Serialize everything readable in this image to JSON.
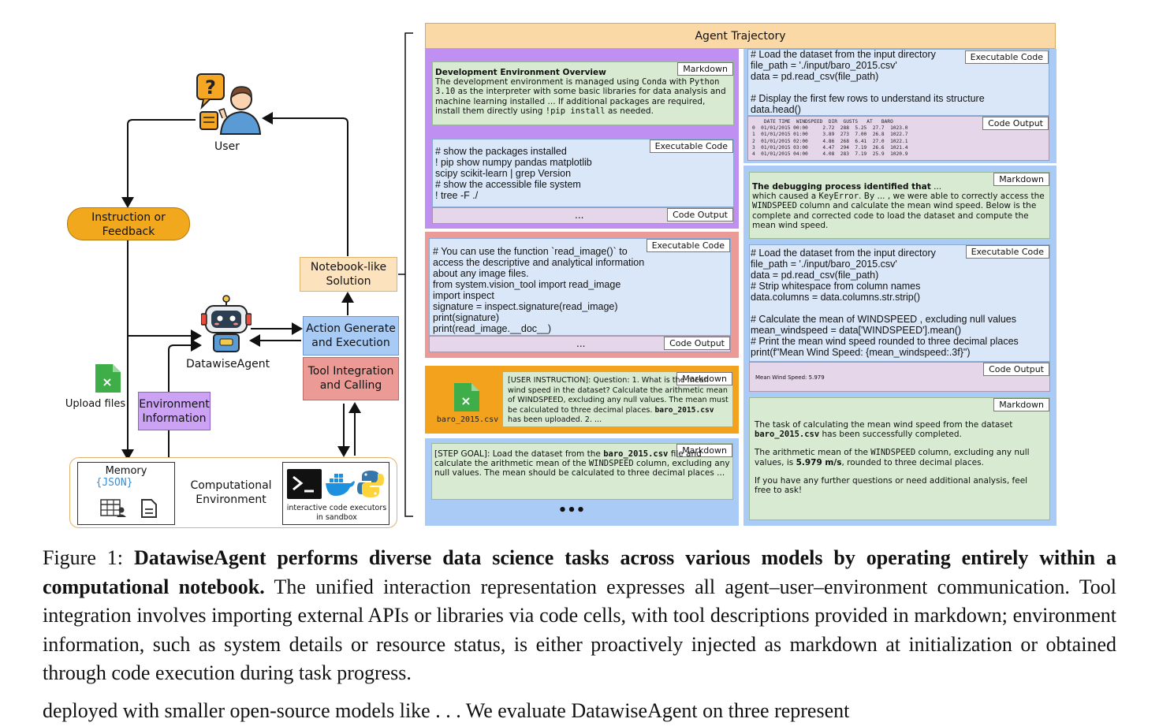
{
  "colors": {
    "trajectory_header_bg": "#fbd9a6",
    "purple_bg": "#bf8ff2",
    "red_bg": "#ec9a96",
    "orange_bg": "#f2a21c",
    "blue_bg": "#a9cbf6",
    "markdown_cell": "#d8ebd2",
    "code_cell": "#d9e7f9",
    "output_cell": "#e6d6e9",
    "instruction_pill": "#f2a81d",
    "solution_box": "#fce3bd",
    "action_box": "#a8cbf6",
    "tool_box": "#ec9a96",
    "env_info_box": "#cba2f4"
  },
  "icons": [
    "question-icon",
    "user-icon",
    "robot-icon",
    "excel-file-icon",
    "terminal-icon",
    "docker-icon",
    "python-icon",
    "table-user-icon",
    "document-icon"
  ],
  "left": {
    "user_label": "User",
    "instruction_label_line1": "Instruction or",
    "instruction_label_line2": "Feedback",
    "solution_line1": "Notebook-like",
    "solution_line2": "Solution",
    "agent_label": "DatawiseAgent",
    "action_line1": "Action Generate",
    "action_line2": "and Execution",
    "tool_line1": "Tool Integration",
    "tool_line2": "and Calling",
    "upload_label": "Upload files",
    "env_info_line1": "Environment",
    "env_info_line2": "Information",
    "memory_label": "Memory",
    "json_label": "{JSON}",
    "comp_env_line1": "Computational",
    "comp_env_line2": "Environment",
    "executors_line1": "interactive code executors",
    "executors_line2": "in  sandbox"
  },
  "trajectory": {
    "header": "Agent Trajectory",
    "tag_markdown": "Markdown",
    "tag_code": "Executable Code",
    "tag_output": "Code Output",
    "ellipsis": "...",
    "dots": "•••",
    "dev_env_title": "Development Environment Overview",
    "dev_env_body1": "The development environment is managed using ",
    "dev_env_conda": "Conda",
    "dev_env_body2": " with ",
    "dev_env_python": "Python 3.10",
    "dev_env_body3": " as the interpreter with some basic libraries for data analysis and machine learning installed ... If additional packages are required, install them directly using ",
    "dev_env_pip": "!pip install",
    "dev_env_body4": " as needed.",
    "pkg_code": "# show the packages installed\n! pip show numpy pandas matplotlib\nscipy scikit-learn | grep Version\n# show the accessible file system\n! tree -F ./",
    "tool_code": "# You can use the function `read_image()` to\naccess the descriptive and analytical information\nabout any image files.\nfrom system.vision_tool import read_image\nimport inspect\nsignature = inspect.signature(read_image)\nprint(signature)\nprint(read_image.__doc__)",
    "file_name": "baro_2015.csv",
    "instruction_text1": "[USER INSTRUCTION]: Question: 1. What is the mean wind speed in the dataset? Calculate the arithmetic mean of WINDSPEED, excluding any null values. The mean must be calculated to three decimal places. ",
    "instruction_file": "baro_2015.csv",
    "instruction_text2": " has been uploaded. 2. ...",
    "step_goal1": "[STEP GOAL]: Load the dataset from the ",
    "step_goal_file": "baro_2015.csv",
    "step_goal2": " file and calculate the arithmetic mean of the ",
    "step_goal_col": "WINDSPEED",
    "step_goal3": " column, excluding any null values. The mean should be calculated to three decimal places ...",
    "load_code": "# Load the dataset from the input directory\nfile_path = './input/baro_2015.csv'\ndata = pd.read_csv(file_path)\n\n# Display the first few rows to understand its structure\ndata.head()",
    "table_output": "    DATE TIME  WINDSPEED  DIR  GUSTS   AT   BARO\n0  01/01/2015 00:00     2.72  288  5.25  27.7  1023.0\n1  01/01/2015 01:00     3.89  273  7.00  26.8  1022.7\n2  01/01/2015 02:00     4.86  268  6.41  27.0  1022.1\n3  01/01/2015 03:00     4.47  294  7.19  26.6  1021.4\n4  01/01/2015 04:00     4.08  283  7.19  25.9  1020.9",
    "debug_title": "The debugging process identified that",
    "debug_title_tail": " ...",
    "debug_body1": " which caused a ",
    "debug_keyerror": "KeyError",
    "debug_body2": ". By ... , we were able to correctly access the ",
    "debug_col": "WINDSPEED",
    "debug_body3": " column and calculate the mean wind speed. Below is the complete and corrected code to load the dataset and compute the mean wind speed.",
    "fixed_code": "# Load the dataset from the input directory\nfile_path = './input/baro_2015.csv'\ndata = pd.read_csv(file_path)\n# Strip whitespace from column names\ndata.columns = data.columns.str.strip()\n\n# Calculate the mean of WINDSPEED , excluding null values\nmean_windspeed = data['WINDSPEED'].mean()\n# Print the mean wind speed rounded to three decimal places\nprint(f\"Mean Wind Speed: {mean_windspeed:.3f}\")",
    "mean_output": "Mean Wind Speed: 5.979",
    "final_p1a": "The task of calculating the mean wind speed from the dataset ",
    "final_p1_file": "baro_2015.csv",
    "final_p1b": " has been successfully completed.",
    "final_p2a": "The arithmetic mean of the ",
    "final_p2_col": "WINDSPEED",
    "final_p2b": " column, excluding any null values, is ",
    "final_p2_val": "5.979 m/s",
    "final_p2c": ", rounded to three decimal places.",
    "final_p3": "If you have any further questions or need additional analysis, feel free to ask!"
  },
  "caption": {
    "prefix": "Figure 1: ",
    "bold": "DatawiseAgent performs diverse data science tasks across various models by operating entirely within a computational notebook.",
    "rest": " The unified interaction representation expresses all agent–user–environment communication. Tool integration involves importing external APIs or libraries via code cells, with tool descriptions provided in markdown; environment information, such as system details or resource status, is either proactively injected as markdown at initialization or obtained through code execution during task progress."
  },
  "next_line": "deployed with smaller open-source models like . . . We evaluate DatawiseAgent on three represent"
}
